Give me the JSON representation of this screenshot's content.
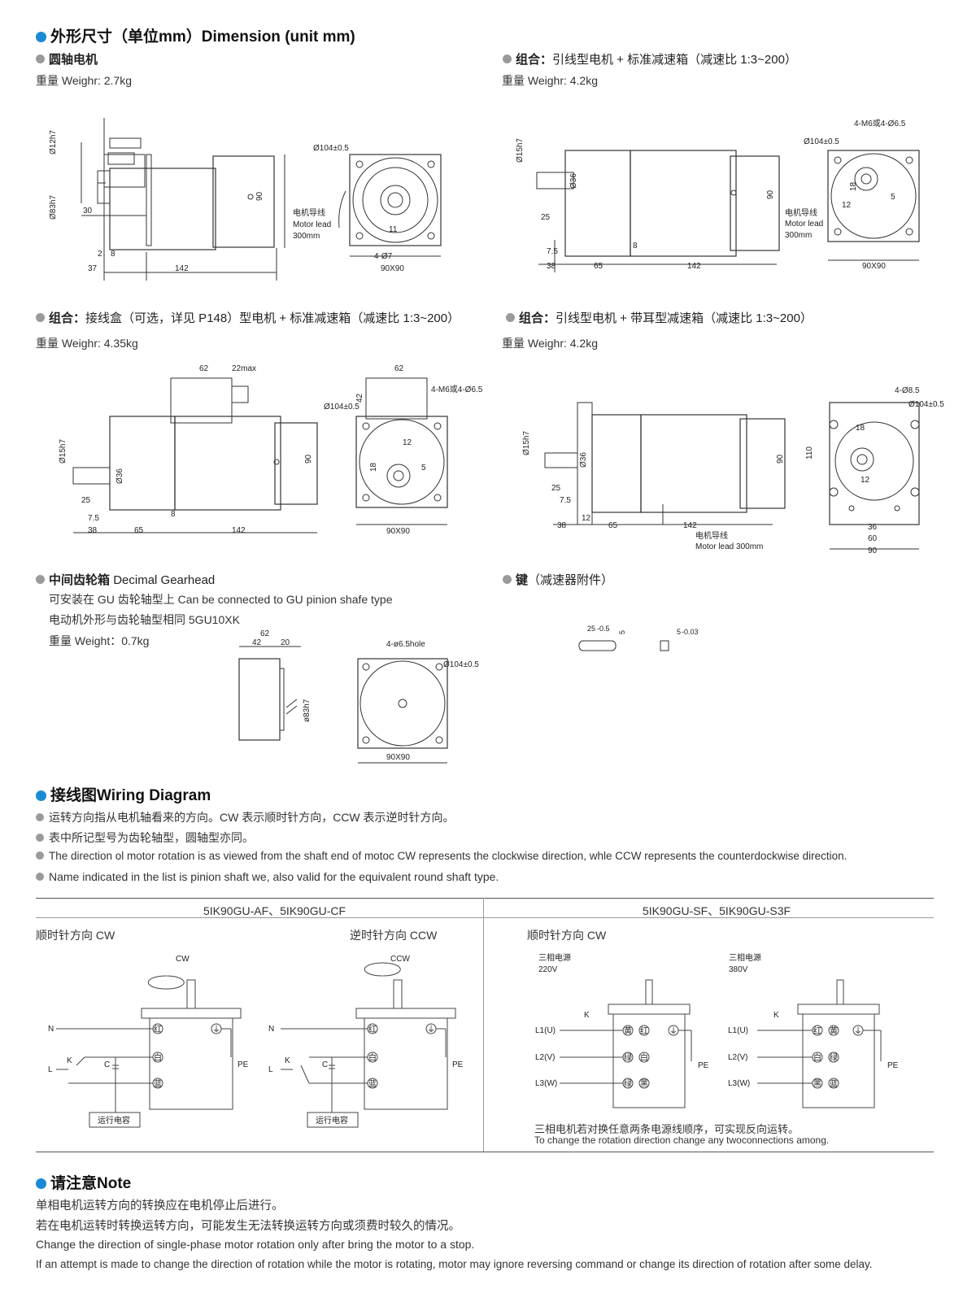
{
  "dimension": {
    "title": "外形尺寸（单位mm）Dimension (unit mm)",
    "round_shaft": {
      "label": "圆轴电机",
      "weight": "重量 Weighr: 2.7kg"
    },
    "combo1": {
      "label": "组合：",
      "desc": "引线型电机 + 标准减速箱（减速比 1:3~200）",
      "weight": "重量 Weighr: 4.2kg"
    },
    "combo2": {
      "label": "组合：",
      "desc": "接线盒（可选，详见 P148）型电机 + 标准减速箱（减速比 1:3~200）",
      "weight": "重量 Weighr: 4.35kg"
    },
    "combo3": {
      "label": "组合：",
      "desc": "引线型电机 + 带耳型减速箱（减速比 1:3~200）",
      "weight": "重量 Weighr: 4.2kg"
    },
    "decimal": {
      "label": "中间齿轮箱",
      "label_en": "Decimal Gearhead",
      "line1": "可安装在 GU 齿轮轴型上 Can be connected to GU pinion shafe type",
      "line2": "电动机外形与齿轮轴型相同 5GU10XK",
      "weight": "重量 Weight：0.7kg"
    },
    "key": {
      "label": "键",
      "desc": "（减速器附件）"
    },
    "labels": {
      "phi12": "Ø12h7",
      "phi83": "Ø83h7",
      "phi15": "Ø15h7",
      "phi104": "Ø104±0.5",
      "n30": "30",
      "n90": "90",
      "n2": "2",
      "n8": "8",
      "n37": "37",
      "n142": "142",
      "n11": "11",
      "phi7": "4-Ø7",
      "sq": "90X90",
      "lead_cn": "电机导线",
      "lead_en": "Motor lead",
      "lead_len": "300mm",
      "lead_full": "Motor lead 300mm",
      "n25": "25",
      "n75": "7.5",
      "n38": "38",
      "n65": "65",
      "phi36": "Ø36",
      "m6": "4-M6或4-Ø6.5",
      "n18": "18",
      "n12": "12",
      "n5": "5",
      "n62": "62",
      "n22": "22max",
      "n42": "42",
      "n20": "20",
      "phi85": "4-Ø8.5",
      "n110": "110",
      "n36": "36",
      "n60": "60",
      "hole65": "4-ø6.5hole",
      "phi83b": "ø83h7",
      "k25": "25",
      "k5": "5",
      "key_tol": "-0.5",
      "key_tol2": "-0.03"
    }
  },
  "wiring": {
    "title": "接线图Wiring Diagram",
    "notes": [
      "运转方向指从电机轴看来的方向。CW 表示顺时针方向，CCW 表示逆时针方向。",
      "表中所记型号为齿轮轴型，圆轴型亦同。",
      "The direction ol motor rotation is as viewed from the shaft end of motoc CW represents the clockwise direction, whle CCW represents the counterdockwise direction.",
      "Name indicated in the list is pinion shaft we, also valid for the equivalent round shaft type."
    ],
    "col1_header": "5IK90GU-AF、5IK90GU-CF",
    "col2_header": "5IK90GU-SF、5IK90GU-S3F",
    "cw_label": "顺时针方向 CW",
    "ccw_label": "逆时针方向 CCW",
    "cw": "CW",
    "ccw": "CCW",
    "N": "N",
    "L": "L",
    "K": "K",
    "C": "C",
    "PE": "PE",
    "red": "红",
    "white": "白",
    "blue": "蓝",
    "yellow": "黄",
    "green": "绿",
    "black": "黑",
    "ground": "⏚",
    "cap": "运行电容",
    "three_phase": "三相电源",
    "v220": "220V",
    "v380": "380V",
    "L1": "L1(U)",
    "L2": "L2(V)",
    "L3": "L3(W)",
    "reverse_cn": "三相电机若对换任意两条电源线顺序，可实现反向运转。",
    "reverse_en": "To change the rotation direction change any twoconnections among."
  },
  "note": {
    "title": "请注意Note",
    "lines": [
      "单相电机运转方向的转换应在电机停止后进行。",
      "若在电机运转时转换运转方向，可能发生无法转换运转方向或须费时较久的情况。",
      "Change the direction of single-phase motor rotation only after bring the motor to a stop.",
      "If an attempt is made to change the direction of rotation while the motor is rotating, motor may ignore reversing command or change its direction of rotation after some delay."
    ]
  },
  "colors": {
    "accent": "#1a8ad4",
    "bullet": "#9a9a9a",
    "line": "#333333"
  },
  "icons": [
    "blue-dot-icon",
    "gray-dot-icon",
    "ground-icon"
  ]
}
